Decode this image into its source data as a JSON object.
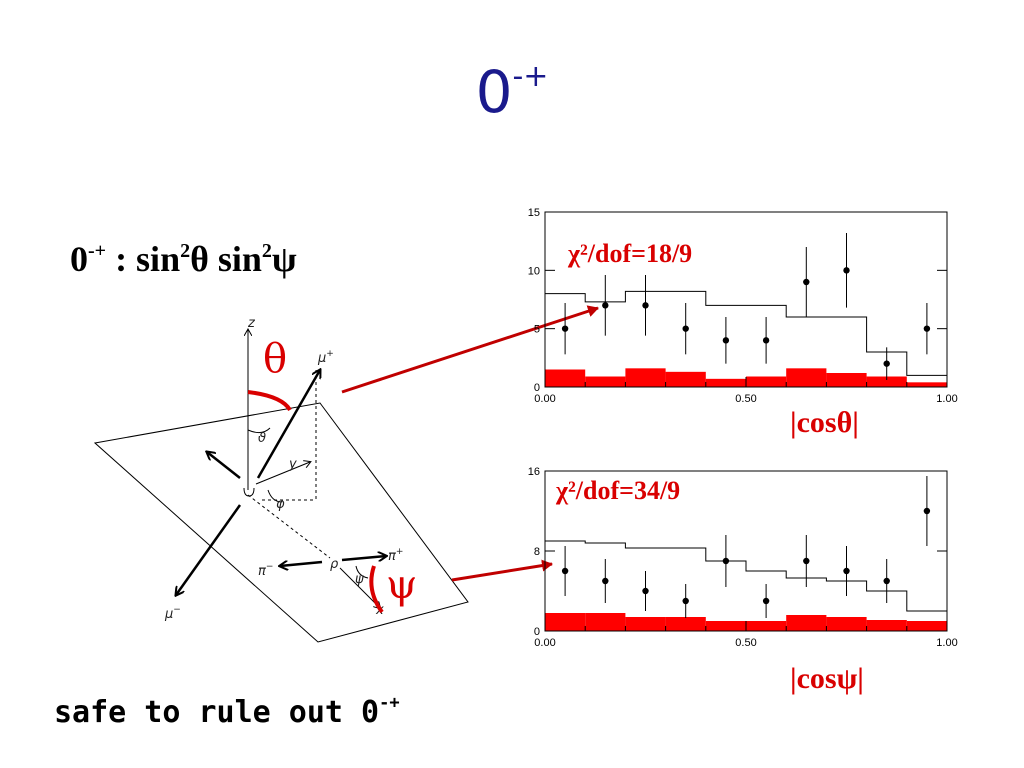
{
  "slide": {
    "title": "0",
    "title_sup": "-+",
    "formula": {
      "a": "0",
      "a_sup": "-+",
      "b": " :  sin",
      "b_sup": "2",
      "c": "θ sin",
      "c_sup": "2",
      "d": "ψ"
    },
    "conclusion": "safe to rule out 0",
    "conclusion_sup": "-+"
  },
  "diagram": {
    "theta_label": "θ",
    "psi_label": "ψ",
    "axis_z": "z",
    "axis_y": "y",
    "axis_x": "x",
    "mu_plus": "μ",
    "mu_plus_sup": "+",
    "mu_minus": "μ",
    "mu_minus_sup": "−",
    "pi_plus": "π",
    "pi_plus_sup": "+",
    "pi_minus": "π",
    "pi_minus_sup": "−",
    "rho": "ρ",
    "theta_small": "ϑ",
    "phi_small": "φ",
    "psi_small": "ψ",
    "accent_color": "#d90000"
  },
  "chart_data": [
    {
      "type": "bar",
      "xlabel": "|cosθ|",
      "annotation": "χ²/dof=18/9",
      "xlim": [
        0,
        1
      ],
      "ylim": [
        0,
        15
      ],
      "xticks": [
        "0.00",
        "0.50",
        "1.00"
      ],
      "yticks": [
        "0",
        "5",
        "10",
        "15"
      ],
      "bin_centers": [
        0.05,
        0.15,
        0.25,
        0.35,
        0.45,
        0.55,
        0.65,
        0.75,
        0.85,
        0.95
      ],
      "series": [
        {
          "kind": "points",
          "values": [
            5,
            7,
            7,
            5,
            4,
            4,
            9,
            10,
            2,
            5
          ],
          "errors": [
            2.2,
            2.6,
            2.6,
            2.2,
            2.0,
            2.0,
            3.0,
            3.2,
            1.4,
            2.2
          ]
        },
        {
          "kind": "step",
          "values": [
            8,
            7.3,
            8.2,
            8.2,
            7,
            7,
            6,
            6,
            3,
            1
          ]
        },
        {
          "kind": "filled",
          "color": "#ff0000",
          "values": [
            1.5,
            0.9,
            1.6,
            1.3,
            0.7,
            0.9,
            1.6,
            1.2,
            0.9,
            0.4
          ]
        }
      ]
    },
    {
      "type": "bar",
      "xlabel": "|cosψ|",
      "annotation": "χ²/dof=34/9",
      "xlim": [
        0,
        1
      ],
      "ylim": [
        0,
        16
      ],
      "xticks": [
        "0.00",
        "0.50",
        "1.00"
      ],
      "yticks": [
        "0",
        "8",
        "16"
      ],
      "bin_centers": [
        0.05,
        0.15,
        0.25,
        0.35,
        0.45,
        0.55,
        0.65,
        0.75,
        0.85,
        0.95
      ],
      "series": [
        {
          "kind": "points",
          "values": [
            6,
            5,
            4,
            3,
            7,
            3,
            7,
            6,
            5,
            12
          ],
          "errors": [
            2.5,
            2.2,
            2.0,
            1.7,
            2.6,
            1.7,
            2.6,
            2.5,
            2.2,
            3.5
          ]
        },
        {
          "kind": "step",
          "values": [
            9,
            8.8,
            8.3,
            8.3,
            7,
            6,
            5.3,
            5,
            4,
            2
          ]
        },
        {
          "kind": "filled",
          "color": "#ff0000",
          "values": [
            1.8,
            1.8,
            1.4,
            1.4,
            1.0,
            1.0,
            1.6,
            1.4,
            1.1,
            1.0
          ]
        }
      ]
    }
  ]
}
